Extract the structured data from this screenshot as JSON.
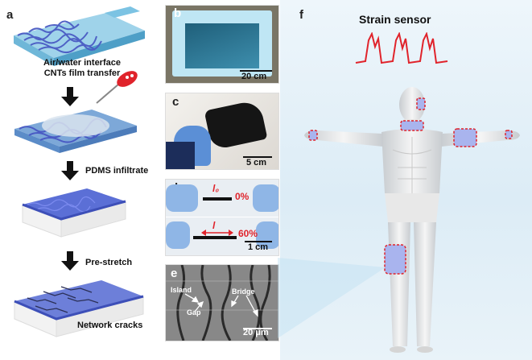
{
  "panels": {
    "a": {
      "letter": "a",
      "step1_line1": "Air/water interface",
      "step1_line2": "CNTs film transfer",
      "step2": "PDMS infiltrate",
      "step3": "Pre-stretch",
      "step4": "Network cracks"
    },
    "b": {
      "letter": "b",
      "scale": "20 cm"
    },
    "c": {
      "letter": "c",
      "scale": "5 cm"
    },
    "d": {
      "letter": "d",
      "len0": "l₀",
      "pct0": "0%",
      "len1": "l",
      "pct1": "60%",
      "scale": "1 cm"
    },
    "e": {
      "letter": "e",
      "island": "Island",
      "gap": "Gap",
      "bridge": "Bridge",
      "scale": "20 μm"
    },
    "f": {
      "letter": "f",
      "title": "Strain sensor"
    }
  },
  "colors": {
    "cnt_blue": "#4a5bc4",
    "pdms_blue": "#5b6fd6",
    "accent_red": "#e0232b",
    "sensor_patch": "#a9b4ee",
    "figure_bg": "#dcecf6"
  }
}
